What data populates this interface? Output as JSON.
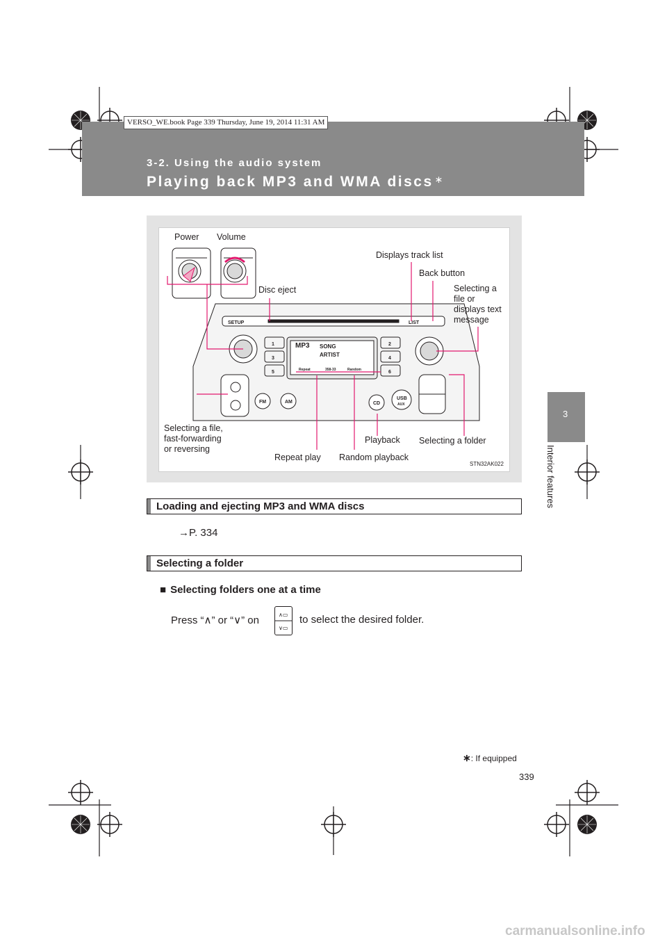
{
  "book_info": "VERSO_WE.book  Page 339  Thursday, June 19, 2014  11:31 AM",
  "header": {
    "section": "3-2. Using the audio system",
    "title": "Playing back MP3 and WMA discs",
    "title_mark": "∗"
  },
  "side_tab": {
    "chapter_number": "3",
    "chapter_name": "Interior features"
  },
  "illustration": {
    "callouts": {
      "power": "Power",
      "volume": "Volume",
      "displays_track_list": "Displays track list",
      "back_button": "Back button",
      "disc_eject": "Disc eject",
      "selecting_file_text": [
        "Selecting a",
        "file or",
        "displays text",
        "message"
      ],
      "selecting_file_ff": [
        "Selecting a file,",
        "fast-forwarding",
        "or reversing"
      ],
      "playback": "Playback",
      "selecting_folder": "Selecting a folder",
      "repeat_play": "Repeat play",
      "random_playback": "Random playback"
    },
    "code": "STN32AK022",
    "unit_labels": {
      "setup": "SETUP",
      "list": "LIST",
      "fm": "FM",
      "am": "AM",
      "cd": "CD",
      "usb": "USB",
      "aux": "AUX",
      "disp_mp3": "MP3",
      "disp_song": "SONG",
      "disp_artist": "ARTIST",
      "disp_repeat": "Repeat",
      "disp_time": "358-33",
      "disp_random": "Random",
      "preset_1": "1",
      "preset_2": "2",
      "preset_3": "3",
      "preset_4": "4",
      "preset_5": "5",
      "preset_6": "6"
    },
    "accent_color": "#e2186d"
  },
  "sections": {
    "loading_heading": "Loading and ejecting MP3 and WMA discs",
    "loading_ref": "→P. 334",
    "folder_heading": "Selecting a folder",
    "folders_subheading": "Selecting folders one at a time",
    "folders_bullet": "■",
    "press_prefix": "Press “∧” or “∨” on",
    "press_suffix": "to select the desired folder."
  },
  "footnote": {
    "mark": "∗",
    "text": ": If equipped"
  },
  "page_number": "339",
  "watermark": "carmanualsonline.info"
}
